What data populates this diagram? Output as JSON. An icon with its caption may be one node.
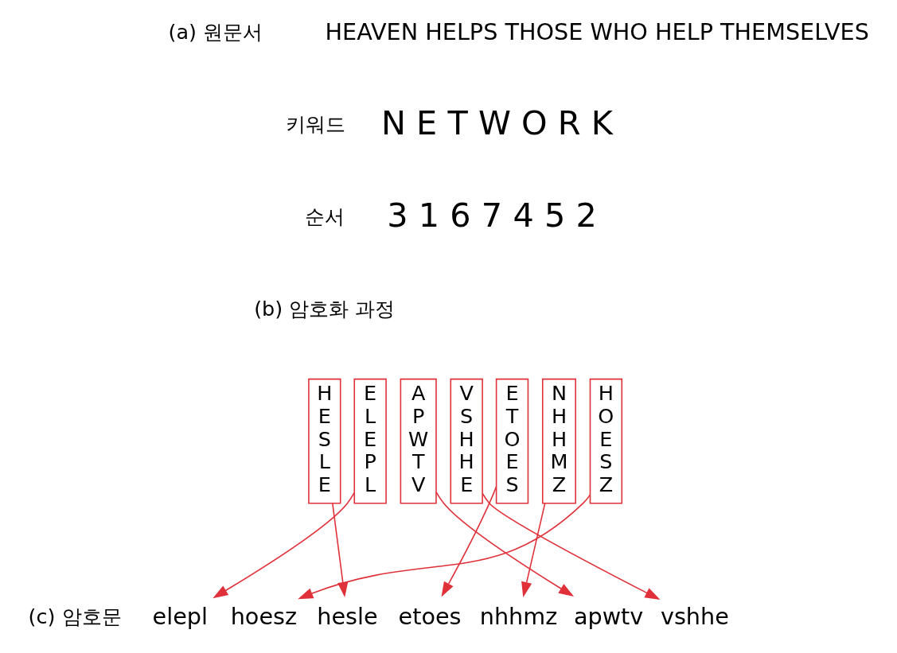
{
  "diagram": {
    "nodes": [
      {
        "text": [
          "H E S L E"
        ]
      },
      {
        "text": [
          "E L E P L"
        ]
      },
      {
        "text": [
          "A P W T V"
        ]
      },
      {
        "text": [
          "V S H H E"
        ]
      },
      {
        "text": [
          "E T O E S"
        ]
      },
      {
        "text": [
          "N H H M Z"
        ]
      },
      {
        "text": [
          "H O E S Z"
        ]
      },
      {
        "text": [
          "elepl"
        ]
      },
      {
        "text": [
          "hoesz"
        ]
      },
      {
        "text": [
          "hesle"
        ]
      },
      {
        "text": [
          "etoes"
        ]
      },
      {
        "text": [
          "nhhmz"
        ]
      },
      {
        "text": [
          "apwtv"
        ]
      },
      {
        "text": [
          "vshhe"
        ]
      }
    ],
    "edges": [
      {
        "from": 0,
        "to": 9,
        "arrow": "to"
      },
      {
        "from": 1,
        "to": 7,
        "arrow": "to"
      },
      {
        "from": 2,
        "to": 12,
        "arrow": "to"
      },
      {
        "from": 3,
        "to": 13,
        "arrow": "to"
      },
      {
        "from": 4,
        "to": 10,
        "arrow": "to"
      },
      {
        "from": 5,
        "to": 11,
        "arrow": "to"
      },
      {
        "from": 6,
        "to": 8,
        "arrow": "to"
      }
    ],
    "labels": [
      "(a) 원문서",
      "HEAVEN HELPS THOSE WHO HELP THEMSELVES",
      "키워드",
      "N E T W O R K",
      "순서",
      "3 1 6 7 4 5 2",
      "(b) 암호화 과정",
      "(c) 암호문"
    ]
  }
}
